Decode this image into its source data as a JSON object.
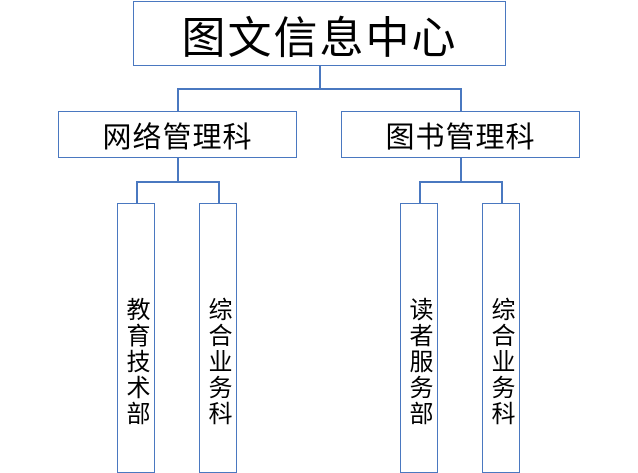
{
  "root": {
    "label": "图文信息中心"
  },
  "departments": [
    {
      "label": "网络管理科",
      "children": [
        {
          "label": "教育技术部"
        },
        {
          "label": "综合业务科"
        }
      ]
    },
    {
      "label": "图书管理科",
      "children": [
        {
          "label": "读者服务部"
        },
        {
          "label": "综合业务科"
        }
      ]
    }
  ],
  "colors": {
    "line": "#4a78c0"
  }
}
